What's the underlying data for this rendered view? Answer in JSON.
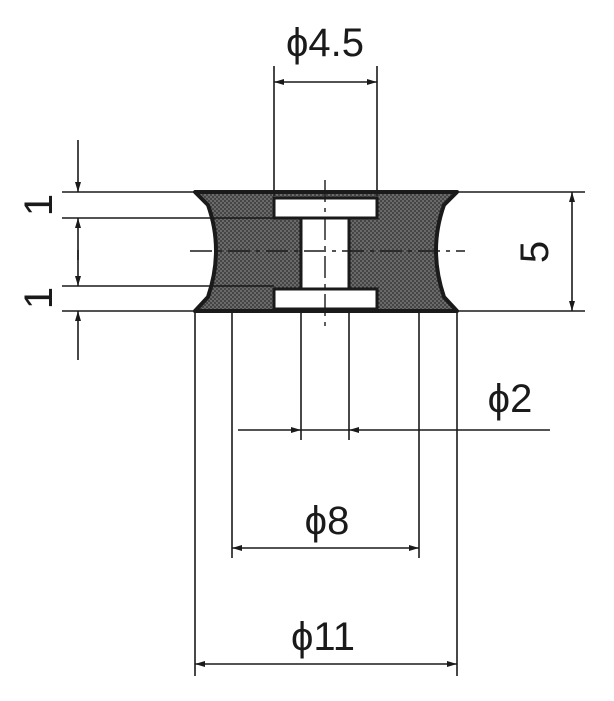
{
  "dimensions": {
    "bore_diameter": "ϕ4.5",
    "hub_diameter": "ϕ2",
    "groove_diameter": "ϕ8",
    "outer_diameter": "ϕ11",
    "total_height": "5",
    "top_flange_thickness": "1",
    "bottom_flange_thickness": "1"
  },
  "colors": {
    "ink": "#1a1a1a",
    "hatch": "#555555",
    "background": "#ffffff"
  }
}
